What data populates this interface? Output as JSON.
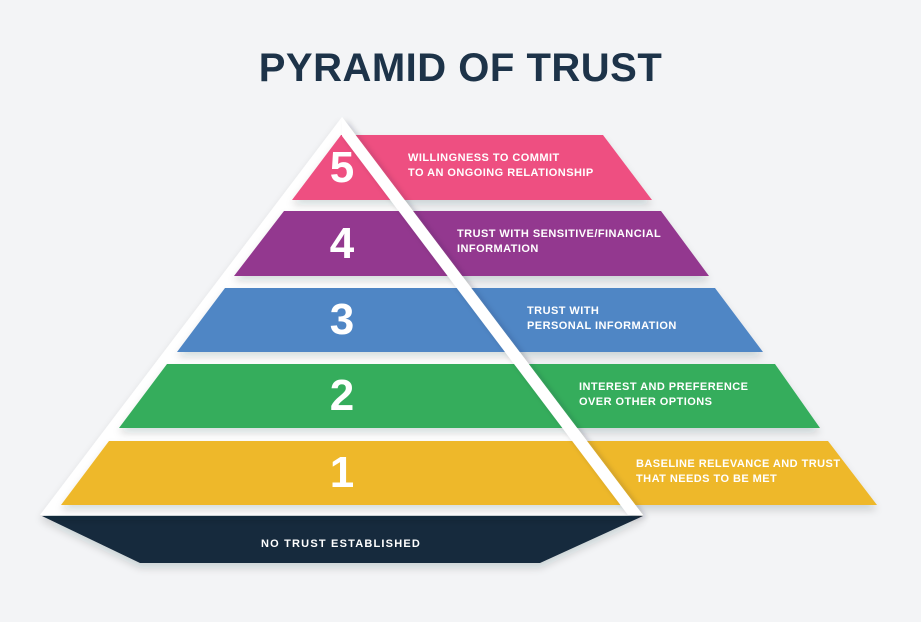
{
  "title": "PYRAMID OF TRUST",
  "colors": {
    "background": "#f3f4f6",
    "title_text": "#1d3349",
    "pyramid_outline": "#ffffff",
    "label_text": "#ffffff"
  },
  "levels": [
    {
      "number": "5",
      "color": "#ee4f81",
      "label_line1": "WILLINGNESS TO COMMIT",
      "label_line2": "TO AN ONGOING RELATIONSHIP"
    },
    {
      "number": "4",
      "color": "#93398f",
      "label_line1": "TRUST WITH SENSITIVE/FINANCIAL",
      "label_line2": "INFORMATION"
    },
    {
      "number": "3",
      "color": "#4f86c5",
      "label_line1": "TRUST WITH",
      "label_line2": "PERSONAL INFORMATION"
    },
    {
      "number": "2",
      "color": "#34ad5b",
      "label_line1": "INTEREST AND PREFERENCE",
      "label_line2": "OVER OTHER OPTIONS"
    },
    {
      "number": "1",
      "color": "#eeb82a",
      "label_line1": "BASELINE RELEVANCE AND TRUST",
      "label_line2": "THAT NEEDS TO BE MET"
    }
  ],
  "base": {
    "label": "NO TRUST ESTABLISHED",
    "color": "#16293d"
  }
}
